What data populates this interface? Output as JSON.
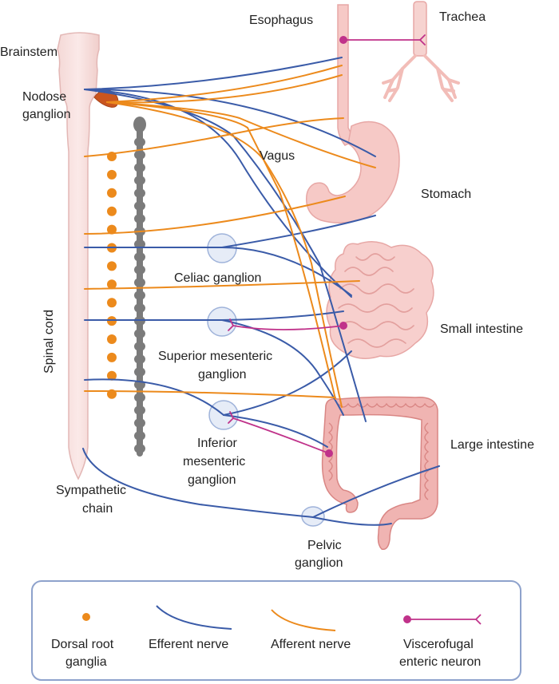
{
  "labels": {
    "brainstem": "Brainstem",
    "nodose_ganglion_line1": "Nodose",
    "nodose_ganglion_line2": "ganglion",
    "esophagus": "Esophagus",
    "trachea": "Trachea",
    "vagus": "Vagus",
    "stomach": "Stomach",
    "celiac_ganglion": "Celiac ganglion",
    "small_intestine": "Small intestine",
    "superior_mesenteric_line1": "Superior mesenteric",
    "superior_mesenteric_line2": "ganglion",
    "spinal_cord": "Spinal cord",
    "inferior_mesenteric_line1": "Inferior",
    "inferior_mesenteric_line2": "mesenteric",
    "inferior_mesenteric_line3": "ganglion",
    "large_intestine": "Large intestine",
    "sympathetic_chain_line1": "Sympathetic",
    "sympathetic_chain_line2": "chain",
    "pelvic_ganglion_line1": "Pelvic",
    "pelvic_ganglion_line2": "ganglion"
  },
  "legend": {
    "drg_line1": "Dorsal root",
    "drg_line2": "ganglia",
    "efferent": "Efferent nerve",
    "afferent": "Afferent nerve",
    "viscerofugal_line1": "Viscerofugal",
    "viscerofugal_line2": "enteric neuron"
  },
  "colors": {
    "efferent": "#3a5ba8",
    "afferent": "#ec8a1c",
    "viscerofugal": "#c0328a",
    "organ": "#f6c9c6",
    "organ_outline": "#e7a7a5",
    "ganglion_fill": "#e6ecf7",
    "ganglion_stroke": "#9fb3da",
    "chain": "#7b7b7b",
    "drg": "#ec8a1c"
  }
}
